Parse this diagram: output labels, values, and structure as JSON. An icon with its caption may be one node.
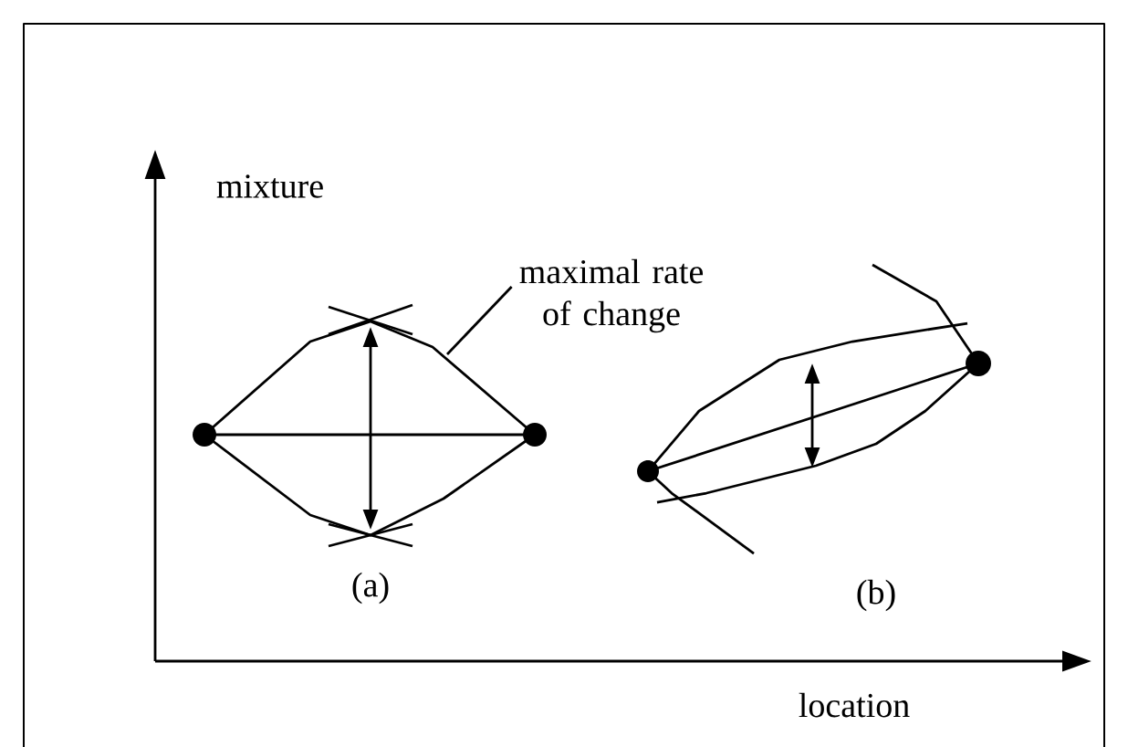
{
  "diagram": {
    "nodes": [
      {
        "text": [
          "maximal rate of change"
        ]
      },
      {
        "text": [],
        "shape": "picture"
      }
    ],
    "edges": [
      {
        "from": 0,
        "to": 1,
        "arrow": "none"
      }
    ],
    "labels": [
      "mixture",
      "(a)",
      "(b)",
      "location"
    ]
  }
}
